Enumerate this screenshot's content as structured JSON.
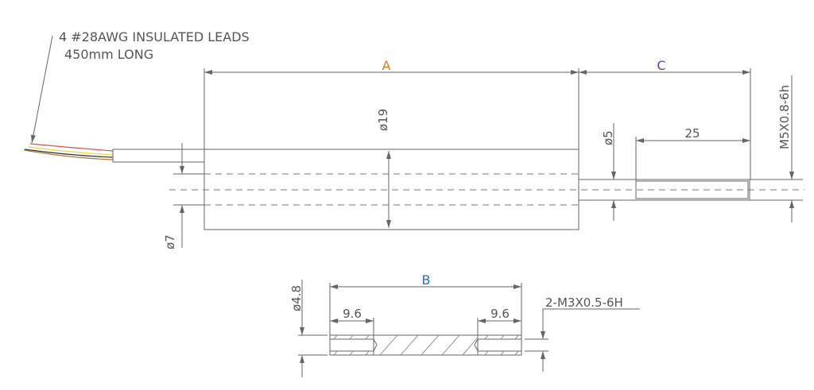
{
  "leads_note": {
    "line1": "4 #28AWG INSULATED LEADS",
    "line2": "450mm LONG"
  },
  "dimensions": {
    "A": "A",
    "C": "C",
    "B": "B",
    "body_diameter": "ø19",
    "bore_diameter": "ø7",
    "shaft_diameter": "ø5",
    "thread_length": "25",
    "shaft_thread": "M5X0.8-6h",
    "nut_diameter": "ø4.8",
    "left_thread_depth": "9.6",
    "right_thread_depth": "9.6",
    "nut_thread": "2-M3X0.5-6H"
  },
  "colors": {
    "A": "#e3791e",
    "C": "#6b3fa0",
    "B": "#2e6db4",
    "wire_red": "#e05050",
    "wire_yellow": "#e8d640",
    "wire_black": "#333333",
    "wire_brown": "#b07838"
  }
}
